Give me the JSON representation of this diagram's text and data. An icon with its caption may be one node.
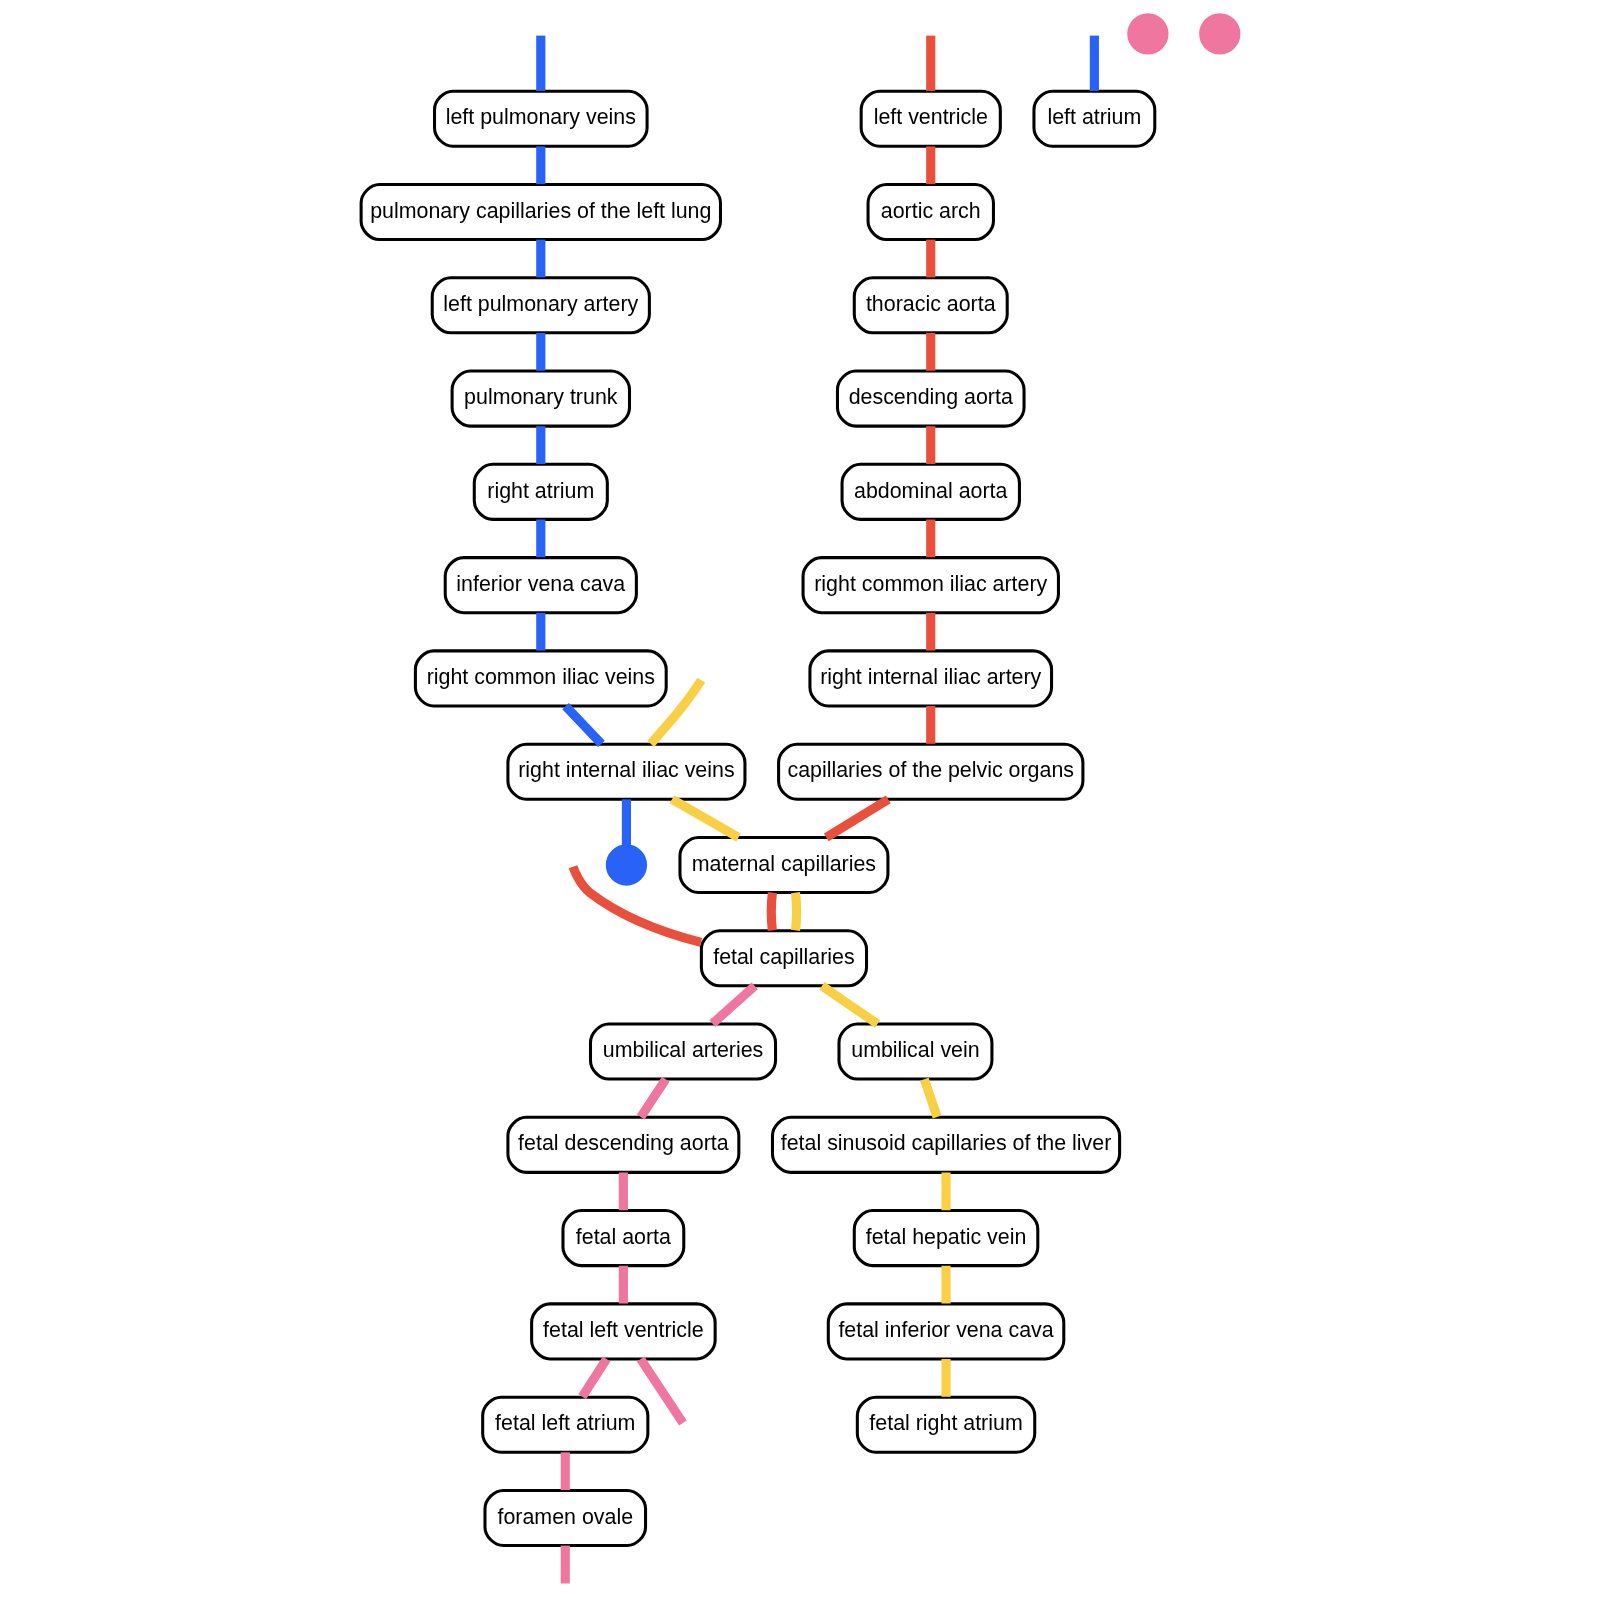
{
  "diagram": {
    "nodes": [
      {
        "text": [
          "aortic arch"
        ]
      },
      {
        "text": [
          "thoracic aorta"
        ]
      },
      {
        "text": [
          "left pulmonary veins"
        ]
      },
      {
        "text": [
          "left atrium"
        ]
      },
      {
        "text": [
          "pulmonary capillaries of the left lung"
        ]
      },
      {
        "text": [
          "descending aorta"
        ]
      },
      {
        "text": [
          "left ventricle"
        ]
      },
      {
        "text": [
          "left pulmonary artery"
        ]
      },
      {
        "text": [
          "abdominal aorta"
        ]
      },
      {
        "text": [
          "pulmonary trunk"
        ]
      },
      {
        "text": [],
        "shape": "circle"
      },
      {
        "text": [
          "right common iliac artery"
        ]
      },
      {
        "text": [
          "right atrium"
        ]
      },
      {
        "text": [],
        "shape": "circle"
      },
      {
        "text": [
          "right internal iliac artery"
        ]
      },
      {
        "text": [
          "inferior vena cava"
        ]
      },
      {
        "text": [
          "capillaries of the pelvic organs"
        ]
      },
      {
        "text": [
          "right common iliac veins"
        ]
      },
      {
        "text": [
          "umbilical arteries"
        ]
      },
      {
        "text": [
          "right internal iliac veins"
        ]
      },
      {
        "text": [
          "maternal capillaries"
        ]
      },
      {
        "text": [
          "fetal capillaries"
        ]
      },
      {
        "text": [
          "fetal descending aorta"
        ]
      },
      {
        "text": [
          "umbilical vein"
        ]
      },
      {
        "text": [
          "fetal aorta"
        ]
      },
      {
        "text": [],
        "shape": "circle"
      },
      {
        "text": [
          "fetal sinusoid capillaries of the liver"
        ]
      },
      {
        "text": [
          "fetal left ventricle"
        ]
      },
      {
        "text": [
          "fetal hepatic vein"
        ]
      },
      {
        "text": [
          "fetal left atrium"
        ]
      },
      {
        "text": [
          "fetal inferior vena cava"
        ]
      },
      {
        "text": [
          "foramen ovale"
        ]
      },
      {
        "text": [
          "fetal right atrium"
        ]
      }
    ],
    "edges": [
      {
        "from": null,
        "to": 2,
        "arrow": "none",
        "color": "#2962f6"
      },
      {
        "from": 2,
        "to": 4,
        "arrow": "none",
        "color": "#2962f6"
      },
      {
        "from": 4,
        "to": 7,
        "arrow": "none",
        "color": "#2962f6"
      },
      {
        "from": 7,
        "to": 9,
        "arrow": "none",
        "color": "#2962f6"
      },
      {
        "from": 9,
        "to": 12,
        "arrow": "none",
        "color": "#2962f6"
      },
      {
        "from": 12,
        "to": 15,
        "arrow": "none",
        "color": "#2962f6"
      },
      {
        "from": 15,
        "to": 17,
        "arrow": "none",
        "color": "#2962f6"
      },
      {
        "from": 17,
        "to": 19,
        "arrow": "none",
        "color": "#2962f6"
      },
      {
        "from": 19,
        "to": 25,
        "arrow": "none",
        "color": "#2962f6"
      },
      {
        "from": null,
        "to": 3,
        "arrow": "none",
        "color": "#2962f6"
      },
      {
        "from": null,
        "to": 6,
        "arrow": "none",
        "color": "#e94f3d"
      },
      {
        "from": 6,
        "to": 0,
        "arrow": "none",
        "color": "#e94f3d"
      },
      {
        "from": 0,
        "to": 1,
        "arrow": "none",
        "color": "#e94f3d"
      },
      {
        "from": 1,
        "to": 5,
        "arrow": "none",
        "color": "#e94f3d"
      },
      {
        "from": 5,
        "to": 8,
        "arrow": "none",
        "color": "#e94f3d"
      },
      {
        "from": 8,
        "to": 11,
        "arrow": "none",
        "color": "#e94f3d"
      },
      {
        "from": 11,
        "to": 14,
        "arrow": "none",
        "color": "#e94f3d"
      },
      {
        "from": 14,
        "to": 16,
        "arrow": "none",
        "color": "#e94f3d"
      },
      {
        "from": 16,
        "to": 20,
        "arrow": "none",
        "color": "#e94f3d"
      },
      {
        "from": 20,
        "to": 21,
        "arrow": "none",
        "color": "#e94f3d"
      },
      {
        "from": null,
        "to": 21,
        "arrow": "none",
        "color": "#e94f3d"
      },
      {
        "from": null,
        "to": 19,
        "arrow": "none",
        "color": "#f8cf45"
      },
      {
        "from": 19,
        "to": 20,
        "arrow": "none",
        "color": "#f8cf45"
      },
      {
        "from": 20,
        "to": 21,
        "arrow": "none",
        "color": "#f8cf45"
      },
      {
        "from": 21,
        "to": 23,
        "arrow": "none",
        "color": "#f8cf45"
      },
      {
        "from": 23,
        "to": 26,
        "arrow": "none",
        "color": "#f8cf45"
      },
      {
        "from": 26,
        "to": 28,
        "arrow": "none",
        "color": "#f8cf45"
      },
      {
        "from": 28,
        "to": 30,
        "arrow": "none",
        "color": "#f8cf45"
      },
      {
        "from": 30,
        "to": 32,
        "arrow": "none",
        "color": "#f8cf45"
      },
      {
        "from": 21,
        "to": 18,
        "arrow": "none",
        "color": "#ef779f"
      },
      {
        "from": 18,
        "to": 22,
        "arrow": "none",
        "color": "#ef779f"
      },
      {
        "from": 22,
        "to": 24,
        "arrow": "none",
        "color": "#ef779f"
      },
      {
        "from": 24,
        "to": 27,
        "arrow": "none",
        "color": "#ef779f"
      },
      {
        "from": 27,
        "to": null,
        "arrow": "none",
        "color": "#ef779f"
      },
      {
        "from": 27,
        "to": 29,
        "arrow": "none",
        "color": "#ef779f"
      },
      {
        "from": 29,
        "to": 31,
        "arrow": "none",
        "color": "#ef779f"
      },
      {
        "from": 31,
        "to": null,
        "arrow": "none",
        "color": "#ef779f"
      }
    ]
  }
}
